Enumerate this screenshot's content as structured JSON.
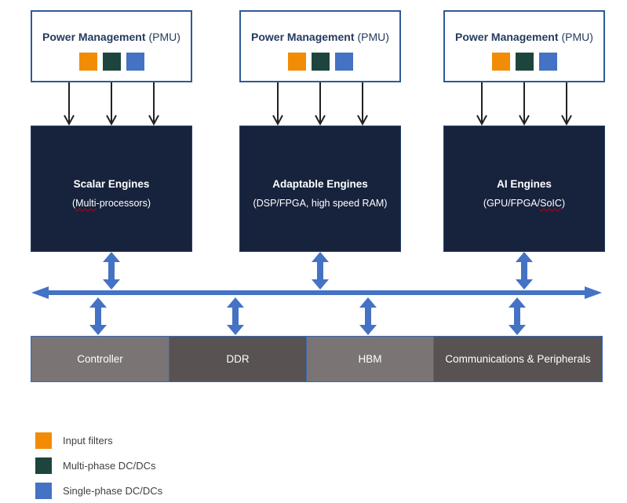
{
  "pmu": {
    "title_bold": "Power Management",
    "title_suffix": "(PMU)"
  },
  "engines": [
    {
      "title": "Scalar Engines",
      "sub_prefix": "(",
      "sub_wavy": "Multi",
      "sub_suffix": "-processors)"
    },
    {
      "title": "Adaptable Engines",
      "sub_prefix": "(DSP/FPGA, high speed RAM)",
      "sub_wavy": "",
      "sub_suffix": ""
    },
    {
      "title": "AI Engines",
      "sub_prefix": "(GPU/FPGA/",
      "sub_wavy": "SoIC",
      "sub_suffix": ")"
    }
  ],
  "bus_devices": [
    {
      "label": "Controller"
    },
    {
      "label": "DDR"
    },
    {
      "label": "HBM"
    },
    {
      "label": "Communications & Peripherals"
    }
  ],
  "legend": {
    "items": [
      {
        "label": "Input filters",
        "color": "#f28c05"
      },
      {
        "label": "Multi-phase DC/DCs",
        "color": "#1d453e"
      },
      {
        "label": "Single-phase DC/DCs",
        "color": "#4472c4"
      }
    ]
  },
  "colors": {
    "pmu_border": "#2e5a94",
    "pmu_title_text": "#253b5e",
    "engine_fill": "#17233d",
    "engine_text": "#ffffff",
    "bus_blue": "#4472c4",
    "pmu_arrow_black": "#212121",
    "device_light_gray": "#7a7474",
    "device_dark_gray": "#585252",
    "device_border_blue": "#3e68b0",
    "legend_text": "#3f3f3f",
    "squiggle_red": "#c00000"
  }
}
